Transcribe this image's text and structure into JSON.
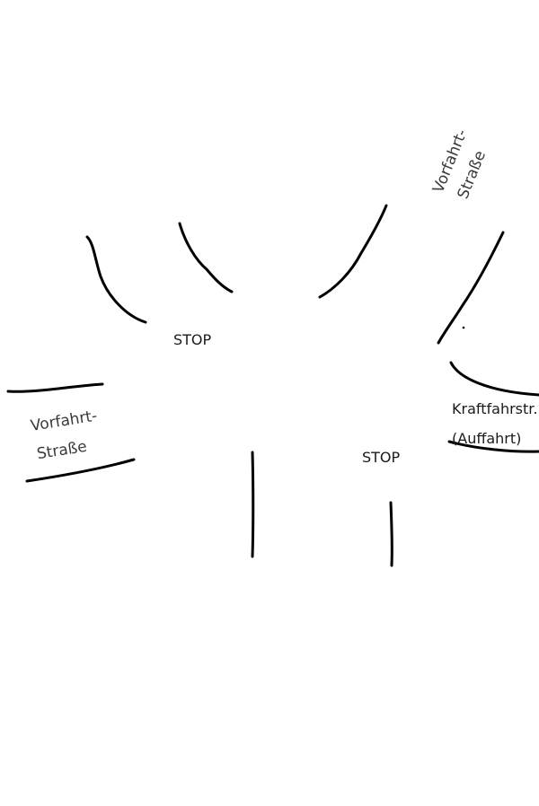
{
  "labels": {
    "stop_top": "STOP",
    "stop_bottom": "STOP",
    "priority_top_line1": "Vorfahrt-",
    "priority_top_line2": "Straße",
    "priority_left_line1": "Vorfahrt-",
    "priority_left_line2": "Straße",
    "motorway_line1": "Kraftfahrstr.",
    "motorway_line2": "(Auffahrt)"
  },
  "colors": {
    "background": "#ffffff",
    "ink": "#000000"
  }
}
